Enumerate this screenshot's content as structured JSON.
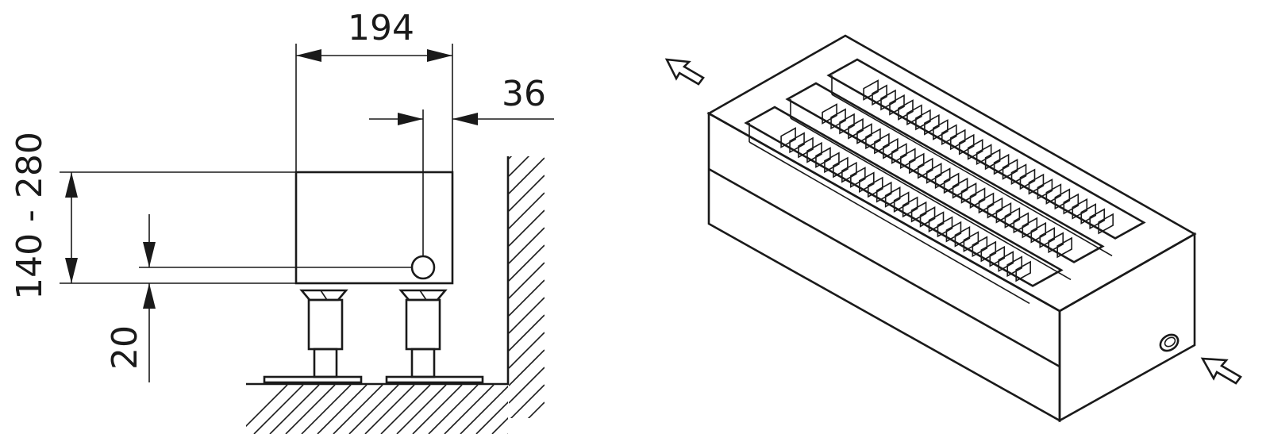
{
  "dimensions": {
    "width_label": "194",
    "offset_label": "36",
    "height_label": "140 - 280",
    "pipe_height_label": "20"
  },
  "colors": {
    "line": "#1a1a1a",
    "background": "#ffffff"
  },
  "isometric": {
    "slot_count": 3,
    "fins_per_slot": 28
  }
}
